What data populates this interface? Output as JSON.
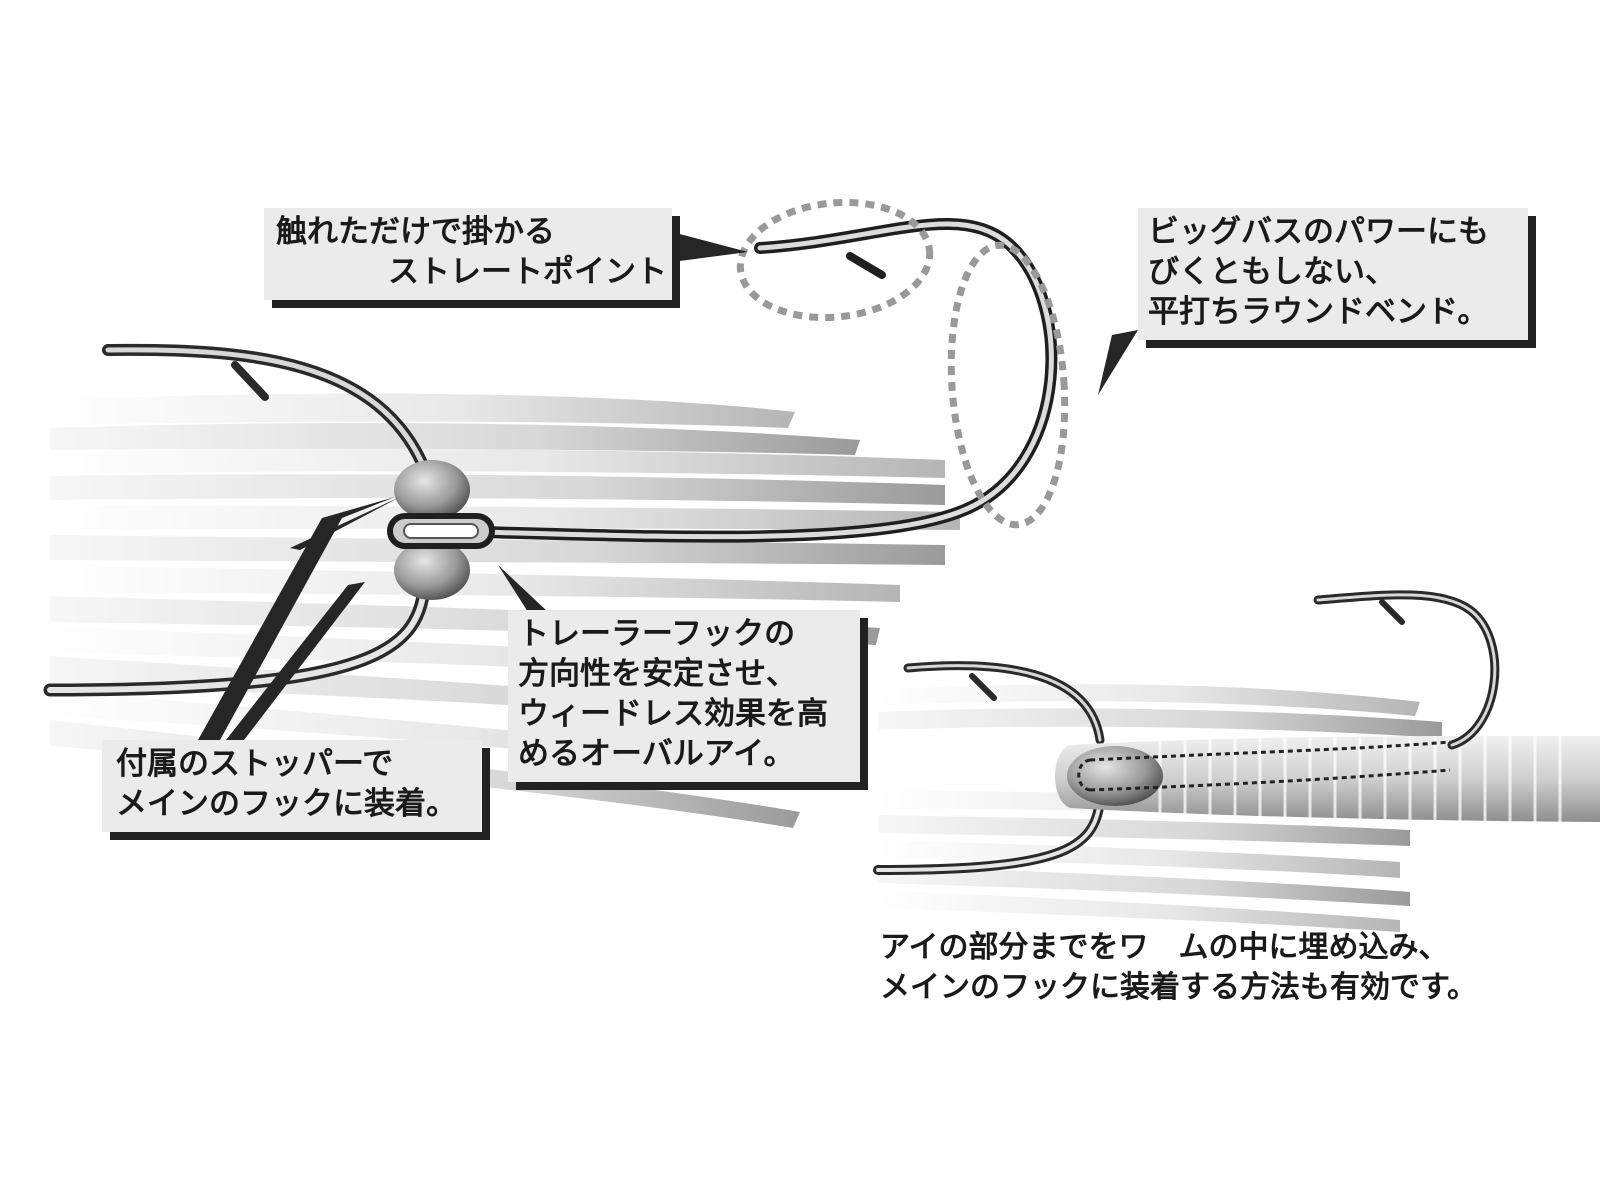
{
  "callouts": {
    "straight_point": {
      "lines": [
        "触れただけで掛かる",
        "ストレートポイント"
      ]
    },
    "round_bend": {
      "lines": [
        "ビッグバスのパワーにも",
        "びくともしない、",
        "平打ちラウンドベンド。"
      ]
    },
    "oval_eye": {
      "lines": [
        "トレーラーフックの",
        "方向性を安定させ、",
        "ウィードレス効果を高",
        "めるオーバルアイ。"
      ]
    },
    "stopper": {
      "lines": [
        "付属のストッパーで",
        "メインのフックに装着。"
      ]
    }
  },
  "caption": {
    "lines": [
      "アイの部分までをワ　ムの中に埋め込み、",
      "メインのフックに装着する方法も有効です。"
    ]
  },
  "colors": {
    "box_fill": "#ebebeb",
    "box_shadow": "#222222",
    "text": "#1a1a1a",
    "dotted_outline": "#999999"
  }
}
